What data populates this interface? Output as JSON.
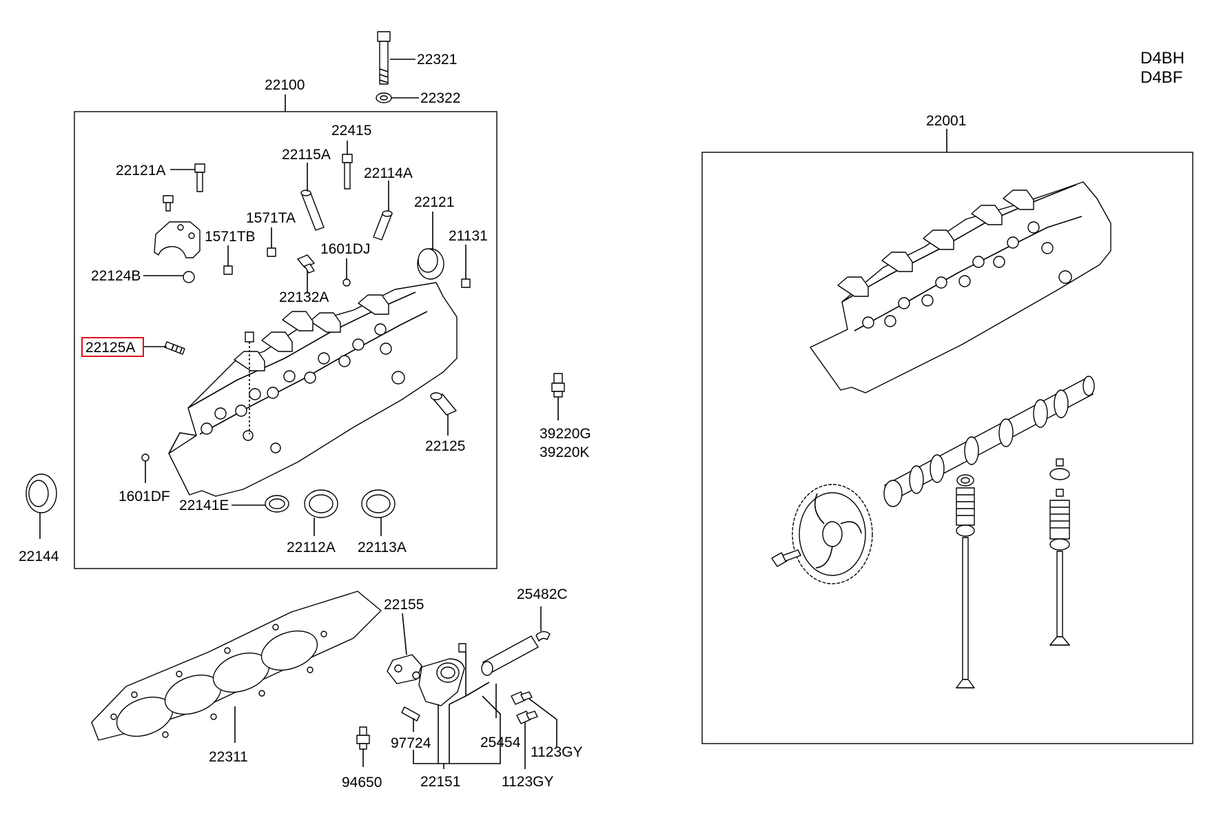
{
  "engine_codes": [
    "D4BH",
    "D4BF"
  ],
  "highlighted_part": "22125A",
  "labels": {
    "p22321": "22321",
    "p22322": "22322",
    "p22100": "22100",
    "p22415": "22415",
    "p22115A": "22115A",
    "p22121A": "22121A",
    "p22114A": "22114A",
    "p22121": "22121",
    "p1571TA": "1571TA",
    "p1571TB": "1571TB",
    "p21131": "21131",
    "p1601DJ": "1601DJ",
    "p22124B": "22124B",
    "p22132A": "22132A",
    "p22125A": "22125A",
    "p22125": "22125",
    "p1601DF": "1601DF",
    "p22141E": "22141E",
    "p22112A": "22112A",
    "p22113A": "22113A",
    "p22144": "22144",
    "p39220G": "39220G",
    "p39220K": "39220K",
    "p22001": "22001",
    "p22155": "22155",
    "p25482C": "25482C",
    "p97724": "97724",
    "p25454": "25454",
    "p1123GY_a": "1123GY",
    "p1123GY_b": "1123GY",
    "p22151": "22151",
    "p22311": "22311",
    "p94650": "94650"
  }
}
